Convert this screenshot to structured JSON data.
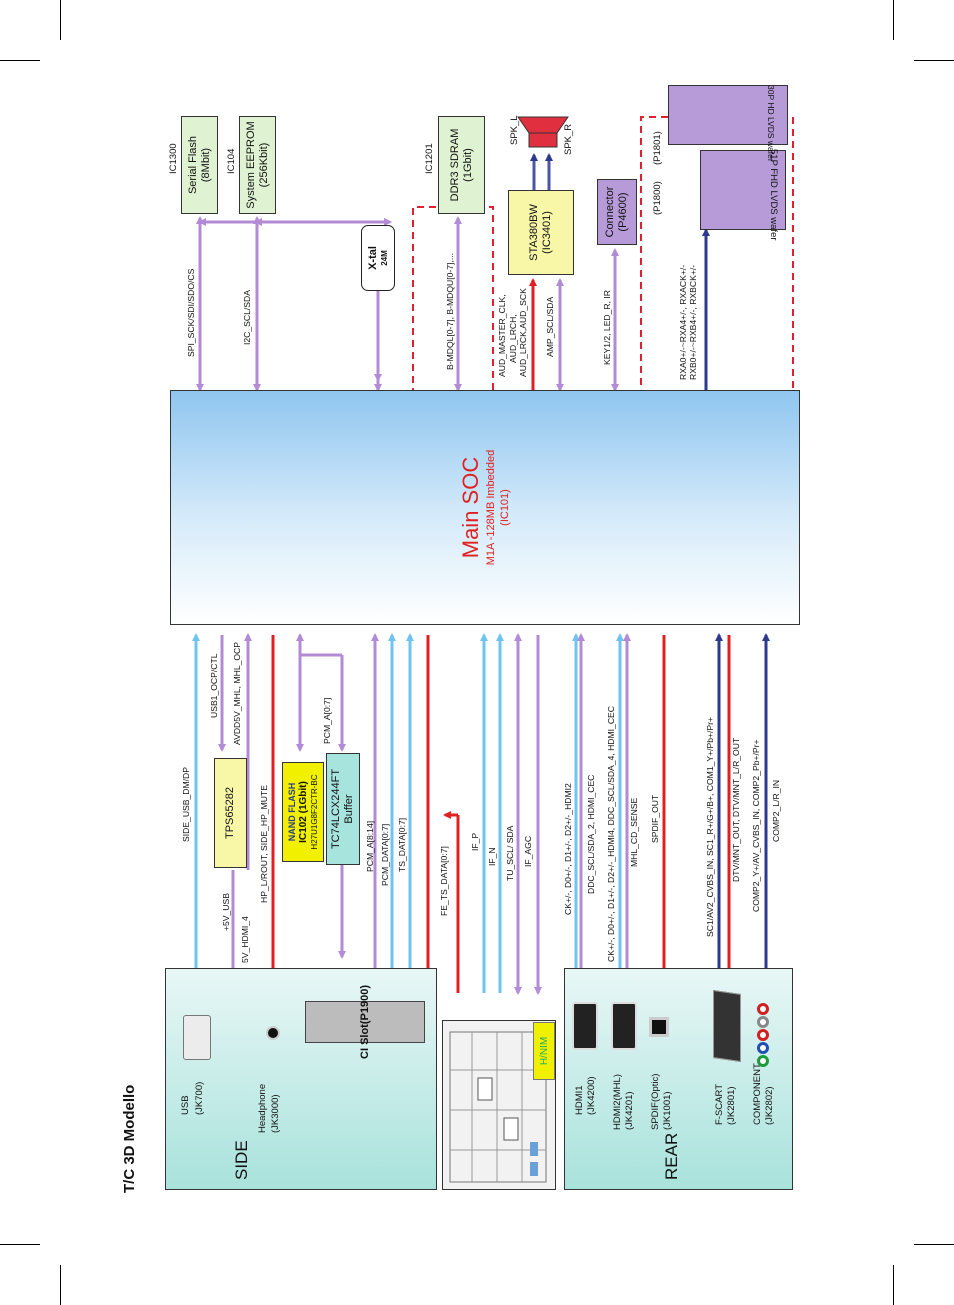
{
  "page_title": "T/C 3D Modello",
  "soc": {
    "title": "Main SOC",
    "subtitle": "M1A -128MB Imbedded",
    "ref": "(IC101)"
  },
  "top_blocks": {
    "serial_flash": {
      "ref": "IC1300",
      "name": "Serial Flash",
      "size": "(8Mbit)",
      "signal": "SPI_SCK/SDI/SDO/CS"
    },
    "eeprom": {
      "ref": "IC104",
      "name": "System EEPROM",
      "size": "(256Kbit)",
      "signal": "I2C_SCL/SDA"
    },
    "xtal": {
      "name": "X-tal",
      "freq": "24M"
    },
    "ddr": {
      "ref": "IC1201",
      "name": "DDR3 SDRAM",
      "size": "(1Gbit)",
      "signal": "B-MDQL[0-7], B-MDQU[0-7],..."
    },
    "amp": {
      "name": "STA380BW",
      "ref": "(IC3401)",
      "signal_in_1": "AUD_MASTER_CLK,",
      "signal_in_2": "AUD_LRCH,",
      "signal_in_3": "AUD_LRCK,AUD_SCK",
      "signal_i2c": "AMP_SCL/SDA",
      "spk_l": "SPK_L",
      "spk_r": "SPK_R"
    },
    "connector": {
      "name": "Connector",
      "ref": "(P4600)",
      "signal": "KEY1/2, LED_R, IR"
    },
    "lvds": {
      "ref_51p": "(P1800)",
      "ref_30p": "(P1801)",
      "label_51p": "51P FHD LVDS wafer",
      "label_30p": "30P HD LVDS wafer",
      "signal_1": "RXA0+/-~RXA4+/-, RXACK+/-",
      "signal_2": "RXB0+/-~RXB4+/-, RXBCK+/-"
    }
  },
  "middle_blocks": {
    "tps": {
      "name": "TPS65282"
    },
    "nand": {
      "line1": "NAND FLASH",
      "line2": "IC102 (1Gbit)",
      "line3": "H27U1G8F2CTR-BC"
    },
    "buffer": {
      "line1": "TC74LCX244FT",
      "line2": "Buffer"
    }
  },
  "signals": {
    "side_usb": "SIDE_USB_DM/DP",
    "usb_ocp": "USB1_OCP/CTL",
    "avdd": "AVDD5V_MHL, MHL_OCP",
    "hp": "HP_L/ROUT, SIDE_HP_MUTE",
    "v5_usb": "+5V_USB",
    "v5_hdmi": "5V_HDMI_4",
    "pcm_a07": "PCM_A[0:7]",
    "pcm_a814": "PCM_A[8:14]",
    "pcm_data": "PCM_DATA[0:7]",
    "ts_data": "TS_DATA[0:7]",
    "fe_ts": "FE_TS_DATA[0:7]",
    "if_p": "IF_P",
    "if_n": "IF_N",
    "tu_scl": "TU_SCL/ SDA",
    "if_agc": "IF_AGC",
    "hdmi2": "CK+/-, D0+/-, D1+/-, D2+/-_HDMI2",
    "hdmi2_ddc": "DDC_SCL/SDA_2, HDMI_CEC",
    "hdmi4": "CK+/-, D0+/-, D1+/-, D2+/-_HDMI4, DDC_SCL/SDA_4, HDMI_CEC",
    "mhl": "MHL_CD_SENSE",
    "spdif": "SPDIF_OUT",
    "scart": "SC1/AV2_CVBS_IN,  SC1_R+/G+/B+, COM1_Y+/Pb+/Pr+",
    "dtv": "DTV/MNT_OUT, DTV/MNT_L/R_OUT",
    "comp2": "COMP2_Y+/AV_CVBS_IN, COMP2_Pb+/Pr+",
    "comp2_lr": "COMP2_L/R_IN"
  },
  "side_panel": {
    "title": "SIDE",
    "usb_name": "USB",
    "usb_ref": "(JK700)",
    "hp_name": "Headphone",
    "hp_ref": "(JK3000)",
    "ci_slot": "CI Slot(P1900)"
  },
  "tuner": {
    "label": "H/NIM"
  },
  "rear_panel": {
    "title": "REAR",
    "hdmi1_name": "HDMI1",
    "hdmi1_ref": "(JK4200)",
    "hdmi2_name": "HDMI2(MHL)",
    "hdmi2_ref": "(JK4201)",
    "spdif_name": "SPDIF(Optic)",
    "spdif_ref": "(JK1001)",
    "scart_name": "F-SCART",
    "scart_ref": "(JK2801)",
    "comp_name": "COMPONENT",
    "comp_ref": "(JK2802)"
  },
  "colors": {
    "purple": "#b38ad6",
    "red": "#e02020",
    "light_blue": "#6ec3f0",
    "navy": "#2c3a8e",
    "dashed_red": "#e0202a",
    "soc_fill": "#b8dcf5",
    "green_block": "#dff2d2",
    "yellow_block": "#f8f7a8",
    "nand_fill": "#f0f000",
    "cyan_block": "#a8e4de",
    "lvds_fill": "#b79ad8",
    "soc_title": "#e02020"
  }
}
